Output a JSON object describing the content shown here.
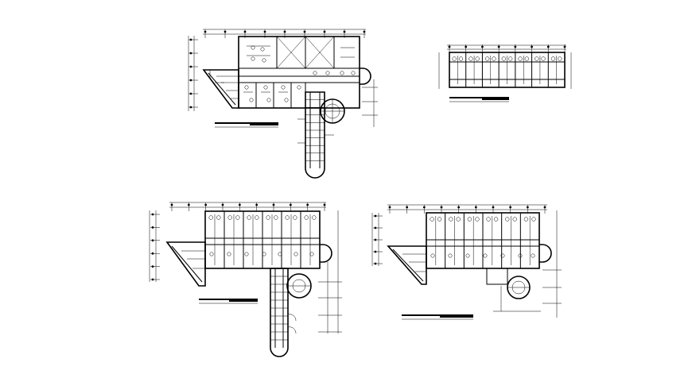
{
  "drawing": {
    "background": "#ffffff",
    "line_color": "#000000",
    "sheets": [
      {
        "kind": "floor-plan-large",
        "bays": 6
      },
      {
        "kind": "strip-plan",
        "bays": 7
      },
      {
        "kind": "floor-plan-medium",
        "bays": 6
      },
      {
        "kind": "floor-plan-small",
        "bays": 6
      }
    ]
  }
}
